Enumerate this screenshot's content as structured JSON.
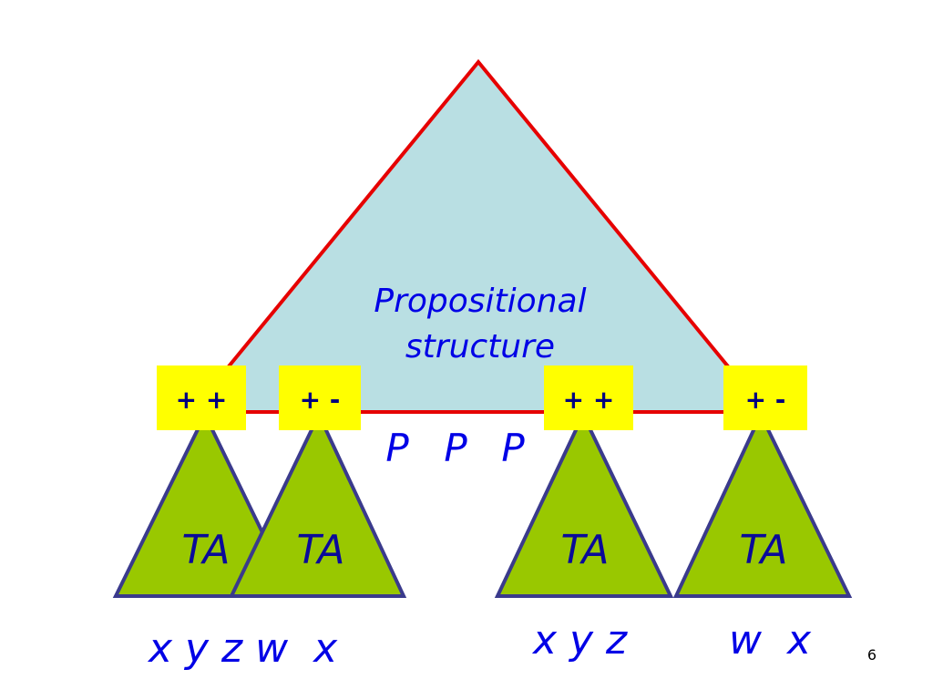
{
  "main_triangle": {
    "label_line1": "Propositional",
    "label_line2": "structure",
    "fill_color": "#b9dfe3",
    "stroke_color": "#e60000"
  },
  "sign_boxes": [
    {
      "text": "+ +"
    },
    {
      "text": "+ -"
    },
    {
      "text": "+ +"
    },
    {
      "text": "+ -"
    }
  ],
  "sign_box_color": "#ffff00",
  "p_labels": [
    "P",
    "P",
    "P"
  ],
  "sub_triangles": [
    {
      "label": "TA"
    },
    {
      "label": "TA"
    },
    {
      "label": "TA"
    },
    {
      "label": "TA"
    }
  ],
  "sub_triangle_fill": "#99c800",
  "sub_triangle_stroke": "#3a3a8c",
  "variable_groups": [
    {
      "text": "x y z w  x"
    },
    {
      "text": "x y z"
    },
    {
      "text": "w  x"
    }
  ],
  "page_number": "6"
}
